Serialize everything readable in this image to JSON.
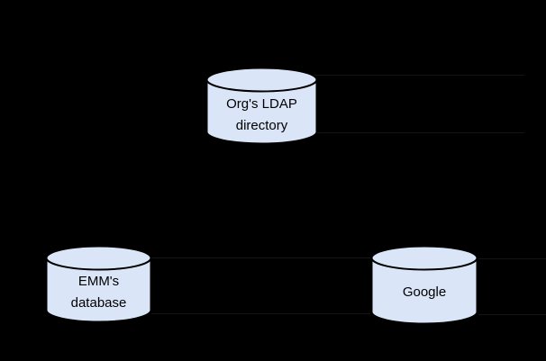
{
  "diagram": {
    "colors": {
      "background": "#000000",
      "node_fill": "#dae6f8",
      "node_stroke": "#000000",
      "label_text": "#000000",
      "connector": "#151515"
    },
    "nodes": {
      "ldap": {
        "line1": "Org's LDAP",
        "line2": "directory"
      },
      "emm": {
        "line1": "EMM's",
        "line2": "database"
      },
      "google": {
        "line1": "Google"
      }
    }
  }
}
